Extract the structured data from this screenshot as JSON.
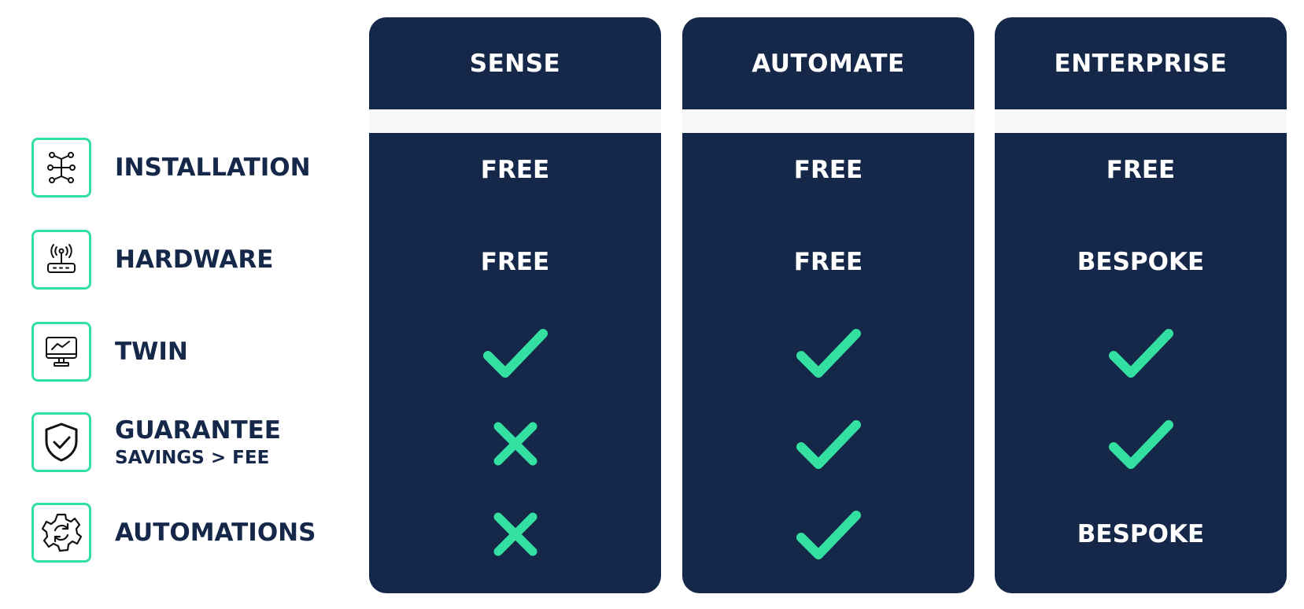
{
  "plans": [
    {
      "name": "SENSE",
      "values": [
        "FREE",
        "FREE",
        "check",
        "cross",
        "cross"
      ]
    },
    {
      "name": "AUTOMATE",
      "values": [
        "FREE",
        "FREE",
        "check",
        "check",
        "check"
      ]
    },
    {
      "name": "ENTERPRISE",
      "values": [
        "FREE",
        "BESPOKE",
        "check",
        "check",
        "BESPOKE"
      ]
    }
  ],
  "features": [
    {
      "label": "INSTALLATION",
      "icon": "circuit-icon"
    },
    {
      "label": "HARDWARE",
      "icon": "router-icon"
    },
    {
      "label": "TWIN",
      "icon": "monitor-chart-icon"
    },
    {
      "label": "GUARANTEE",
      "sublabel": "SAVINGS > FEE",
      "icon": "shield-check-icon"
    },
    {
      "label": "AUTOMATIONS",
      "icon": "gear-sync-icon"
    }
  ],
  "colors": {
    "column_bg": "#16284a",
    "accent": "#34e0a1",
    "label_text": "#16284a",
    "separator": "#f7f7f7"
  }
}
